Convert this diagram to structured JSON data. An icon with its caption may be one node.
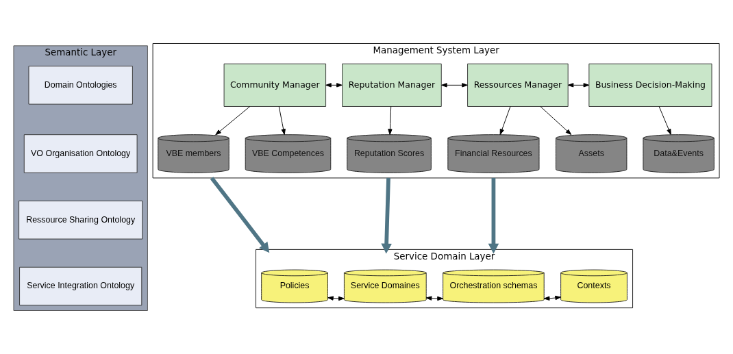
{
  "diagram": {
    "nodes": [
      {
        "text": [
          "Semantic Layer"
        ]
      },
      {
        "text": [
          "Domain Ontologies"
        ],
        "in": 0
      },
      {
        "text": [
          "VO Organisation Ontology"
        ],
        "in": 0
      },
      {
        "text": [
          "Ressource Sharing Ontology"
        ],
        "in": 0
      },
      {
        "text": [
          "Service Integration Ontology"
        ],
        "in": 0
      },
      {
        "text": [
          "Management System Layer"
        ]
      },
      {
        "text": [
          "Community Manager"
        ],
        "in": 5
      },
      {
        "text": [
          "Reputation Manager"
        ],
        "in": 5
      },
      {
        "text": [
          "Ressources Manager"
        ],
        "in": 5
      },
      {
        "text": [
          "Business Decision-Making"
        ],
        "in": 5
      },
      {
        "text": [
          "VBE members"
        ],
        "in": 5
      },
      {
        "text": [
          "VBE Competences"
        ],
        "in": 5
      },
      {
        "text": [
          "Reputation Scores"
        ],
        "in": 5
      },
      {
        "text": [
          "Assets"
        ],
        "in": 5
      },
      {
        "text": [
          "Financial Resources"
        ],
        "in": 5
      },
      {
        "text": [
          "Data&Events"
        ],
        "in": 5
      },
      {
        "text": [
          "Service Domain Layer"
        ]
      },
      {
        "text": [
          "Policies"
        ],
        "in": 16
      },
      {
        "text": [
          "Service Domaines"
        ],
        "in": 16
      },
      {
        "text": [
          "Orchestration schemas"
        ],
        "in": 16
      },
      {
        "text": [
          "Contexts"
        ],
        "in": 16
      }
    ],
    "edges": [
      {
        "from": 6,
        "to": 7,
        "arrow": "both"
      },
      {
        "from": 7,
        "to": 8,
        "arrow": "both"
      },
      {
        "from": 8,
        "to": 9,
        "arrow": "both"
      },
      {
        "from": 6,
        "to": 10,
        "arrow": "to"
      },
      {
        "from": 6,
        "to": 11,
        "arrow": "to"
      },
      {
        "from": 7,
        "to": 12,
        "arrow": "to"
      },
      {
        "from": 8,
        "to": 13,
        "arrow": "to"
      },
      {
        "from": 8,
        "to": 14,
        "arrow": "to"
      },
      {
        "from": 9,
        "to": 15,
        "arrow": "to"
      },
      {
        "from": 5,
        "to": 16,
        "arrow": "to",
        "style": "thick",
        "color": "#4f7585"
      },
      {
        "from": 5,
        "to": 16,
        "arrow": "to",
        "style": "thick",
        "color": "#4f7585"
      },
      {
        "from": 5,
        "to": 16,
        "arrow": "to",
        "style": "thick",
        "color": "#4f7585"
      },
      {
        "from": 17,
        "to": 18,
        "arrow": "both"
      },
      {
        "from": 18,
        "to": 19,
        "arrow": "both"
      },
      {
        "from": 19,
        "to": 20,
        "arrow": "both"
      }
    ]
  }
}
